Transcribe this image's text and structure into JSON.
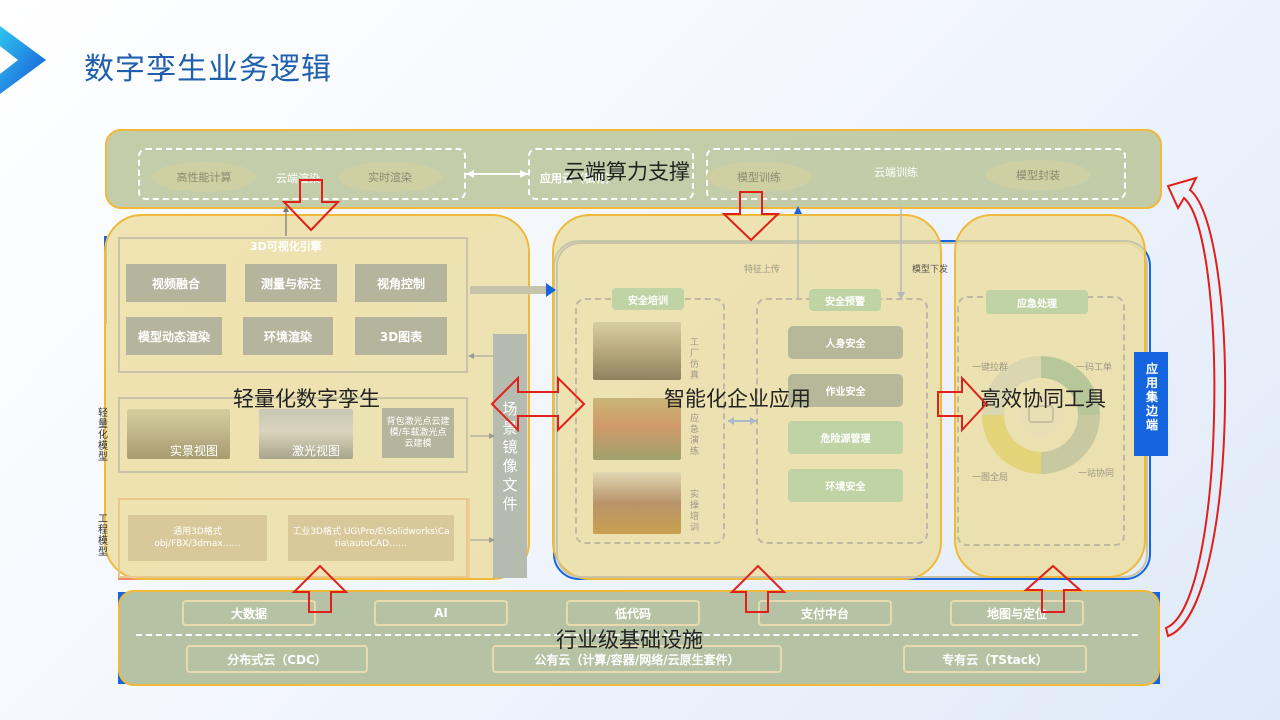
{
  "page_title": "数字孪生业务逻辑",
  "colors": {
    "accent": "#1f5fae",
    "panel_border": "#f0b93c",
    "panel_fill": "#ecdda0",
    "arrow_red": "#e0201a",
    "blue": "#1565e0"
  },
  "cloud": {
    "label": "云端算力支撑",
    "pills": [
      "高性能计算",
      "云端渲染",
      "实时渲染"
    ],
    "app_cloud": "应用云（私有）",
    "model_pills": [
      "模型训练",
      "云端训练",
      "模型封装"
    ]
  },
  "light": {
    "label": "轻量化数字孪生",
    "engine_title": "3D可视化引擎",
    "engine_items": [
      "视频融合",
      "测量与标注",
      "视角控制",
      "模型动态渲染",
      "环境渲染",
      "3D图表"
    ],
    "views": [
      "实景视图",
      "激光视图"
    ],
    "laser_note": "背包激光点云建模/车载激光点云建模",
    "format_a": "通用3D格式 obj/FBX/3dmax……",
    "format_b": "工业3D格式 UG\\Pro/E\\Solidworks\\Catia\\autoCAD……",
    "side_label_1": "轻量化模型",
    "side_label_2": "工程模型",
    "mirror": "场景镜像文件"
  },
  "smart": {
    "label": "智能化企业应用",
    "upload": "特征上传",
    "download": "模型下发",
    "training": "安全培训",
    "photos": [
      "工厂仿真",
      "应急演练",
      "实操培训"
    ],
    "warning": "安全预警",
    "warning_items": [
      "人身安全",
      "作业安全",
      "危险源管理",
      "环境安全"
    ]
  },
  "collab": {
    "label": "高效协同工具",
    "title": "应急处理",
    "cycle": [
      "一键拉群",
      "一码工单",
      "一图全局",
      "一站协同"
    ],
    "side": "应用集边端"
  },
  "infra": {
    "label": "行业级基础设施",
    "row1": [
      "大数据",
      "AI",
      "低代码",
      "支付中台",
      "地图与定位"
    ],
    "row2": [
      "分布式云（CDC）",
      "公有云（计算/容器/网络/云原生套件）",
      "专有云（TStack）"
    ]
  }
}
